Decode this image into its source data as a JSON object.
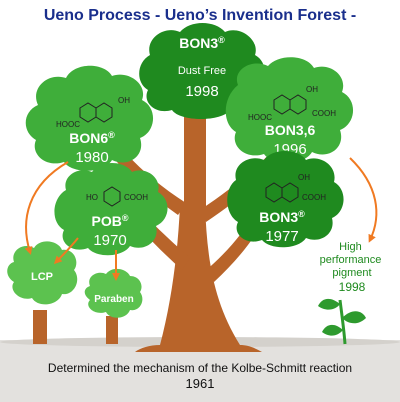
{
  "title": "Ueno Process - Ueno’s Invention Forest -",
  "colors": {
    "title": "#1a2f8c",
    "leaf_dark": "#1f8a1f",
    "leaf": "#3fae3a",
    "leaf_light": "#5cc24f",
    "trunk": "#b8642a",
    "arrow": "#f07a22",
    "ground": "#e3e1de",
    "sprout": "#2e9a2e"
  },
  "nodes": {
    "bon3_dustfree": {
      "name": "BON3",
      "reg": "®",
      "sub": "Dust Free",
      "year": "1998"
    },
    "bon6": {
      "name": "BON6",
      "reg": "®",
      "year": "1980",
      "groups": {
        "left": "HOOC",
        "right": "OH"
      }
    },
    "bon36": {
      "name": "BON3,6",
      "year": "1996",
      "groups": {
        "top": "OH",
        "left": "HOOC",
        "right": "COOH"
      }
    },
    "pob": {
      "name": "POB",
      "reg": "®",
      "year": "1970",
      "groups": {
        "left": "HO",
        "right": "COOH"
      }
    },
    "bon3": {
      "name": "BON3",
      "reg": "®",
      "year": "1977",
      "groups": {
        "top": "OH",
        "right": "COOH"
      }
    },
    "lcp": {
      "name": "LCP"
    },
    "paraben": {
      "name": "Paraben"
    },
    "pigment": {
      "line1": "High",
      "line2": "performance",
      "line3": "pigment",
      "year": "1998"
    }
  },
  "root_note": {
    "text": "Determined the mechanism of the Kolbe-Schmitt reaction",
    "year": "1961"
  }
}
